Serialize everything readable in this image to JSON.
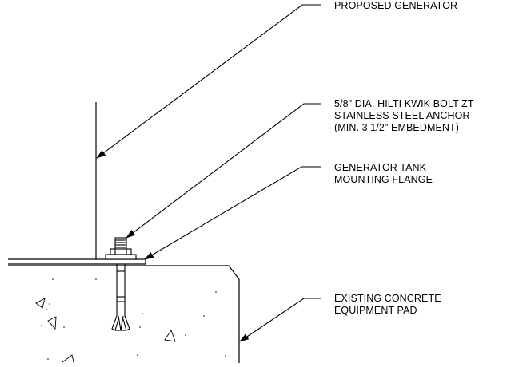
{
  "callouts": [
    {
      "id": "generator",
      "lines": [
        "PROPOSED GENERATOR"
      ]
    },
    {
      "id": "anchor",
      "lines": [
        "5/8\" DIA. HILTI KWIK BOLT ZT",
        "STAINLESS STEEL ANCHOR",
        "(MIN. 3 1/2\" EMBEDMENT)"
      ]
    },
    {
      "id": "flange",
      "lines": [
        "GENERATOR TANK",
        "MOUNTING FLANGE"
      ]
    },
    {
      "id": "pad",
      "lines": [
        "EXISTING CONCRETE",
        "EQUIPMENT PAD"
      ]
    }
  ]
}
